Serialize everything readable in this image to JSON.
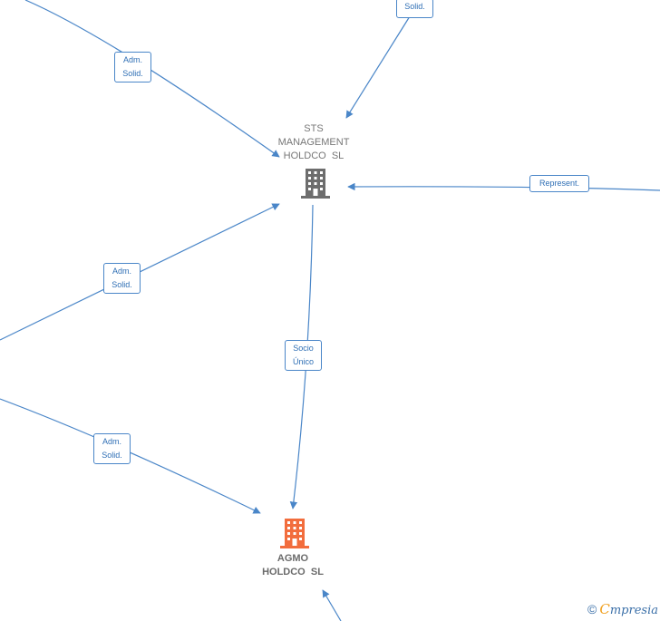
{
  "colors": {
    "edge": "#4a86c8",
    "label_text": "#2f6fb5",
    "node_gray": "#6d6d6d",
    "node_highlight": "#f26d3d"
  },
  "nodes": {
    "sts": {
      "line1": "STS",
      "line2": "MANAGEMENT",
      "line3": "HOLDCO  SL",
      "icon": "building-icon-gray"
    },
    "agmo": {
      "line1": "AGMO",
      "line2": "HOLDCO  SL",
      "icon": "building-icon-orange"
    }
  },
  "edges": [
    {
      "id": "top-right",
      "line1": "Solid.",
      "line2": ""
    },
    {
      "id": "top-left",
      "line1": "Adm.",
      "line2": "Solid."
    },
    {
      "id": "represent",
      "line1": "Represent.",
      "line2": ""
    },
    {
      "id": "mid-left",
      "line1": "Adm.",
      "line2": "Solid."
    },
    {
      "id": "socio",
      "line1": "Socio",
      "line2": "Único"
    },
    {
      "id": "bottom-left",
      "line1": "Adm.",
      "line2": "Solid."
    }
  ],
  "footer": {
    "copyright": "©",
    "brand_first": "C",
    "brand_rest": "mpresia"
  }
}
